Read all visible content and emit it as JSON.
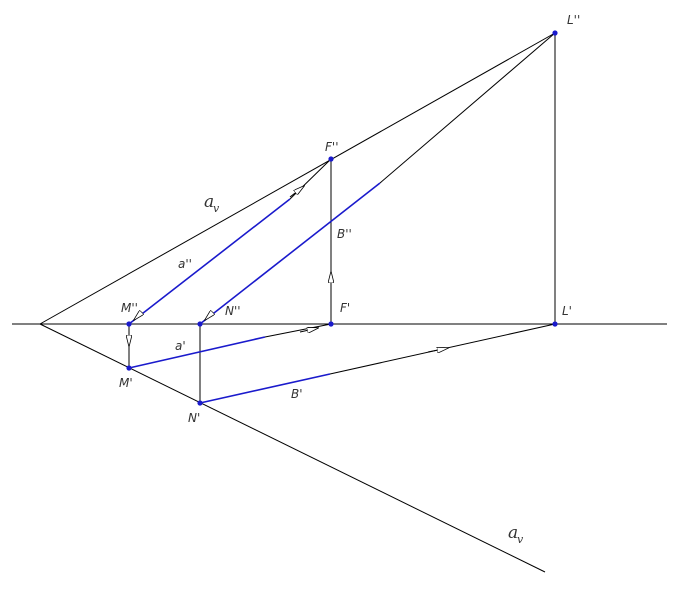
{
  "colors": {
    "line": "#000000",
    "construction": "#1a1acc",
    "point": "#1a1acc",
    "text": "#333333"
  },
  "labels": {
    "L2": "L''",
    "F2": "F''",
    "av_upper_main": "a",
    "av_upper_sub": "v",
    "a2": "a''",
    "B2": "B''",
    "M2": "M''",
    "N2": "N''",
    "F1": "F'",
    "L1": "L'",
    "a1": "a'",
    "M1": "M'",
    "N1": "N'",
    "B1": "B'",
    "av_lower_main": "a",
    "av_lower_sub": "v"
  }
}
